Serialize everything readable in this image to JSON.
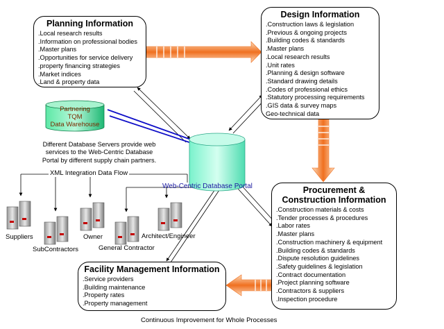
{
  "planning": {
    "title": "Planning Information",
    "items": [
      ".Local research results",
      ".Information on professional bodies",
      ".Master plans",
      ".Opportunities for service delivery",
      ".property financing strategies",
      ".Market indices",
      ".Land & property data"
    ]
  },
  "design": {
    "title": "Design Information",
    "items": [
      ".Construction laws & legislation",
      ".Previous & ongoing projects",
      ".Building codes & standards",
      ".Master plans",
      ".Local research results",
      ".Unit rates",
      ".Planning & design software",
      ".Standard drawing details",
      ".Codes of professional ethics",
      ".Statutory processing requirements",
      ".GIS data & survey maps",
      "Geo-technical data"
    ]
  },
  "procurement": {
    "title": "Procurement & Construction Information",
    "items": [
      ".Construction materials & costs",
      ".Tender processes & procedures",
      ".Labor rates",
      ".Master plans",
      ".Construction machinery & equipment",
      ".Building codes & standards",
      ".Dispute resolution guidelines",
      ".Safety guidelines & legislation",
      ".Contract documentation",
      ".Project planning software",
      ".Contractors & suppliers",
      ".Inspection procedure"
    ]
  },
  "facility": {
    "title": "Facility Management Information",
    "items": [
      ".Service providers",
      ".Building maintenance",
      ".Property rates",
      ".Property management"
    ]
  },
  "warehouse": {
    "lines": [
      "Partnering",
      "TQM",
      "Data Warehouse"
    ]
  },
  "portal": {
    "label": "Web-Centric Database Portal"
  },
  "servers_note": [
    "Different Database Servers provide web",
    "services to the Web-Centric Database",
    "Portal by different supply chain partners."
  ],
  "xml_label": "XML Integration Data Flow",
  "partners": [
    "Suppliers",
    "SubContractors",
    "Owner",
    "General Contractor",
    "Architect/Engineer"
  ],
  "footer": "Continuous Improvement for Whole Processes",
  "colors": {
    "arrow_orange": "#f07020",
    "cylinder_green": "#2ecf8a",
    "portal_aqua": "#6ff5c8",
    "blue_arrow": "#1010c8"
  }
}
